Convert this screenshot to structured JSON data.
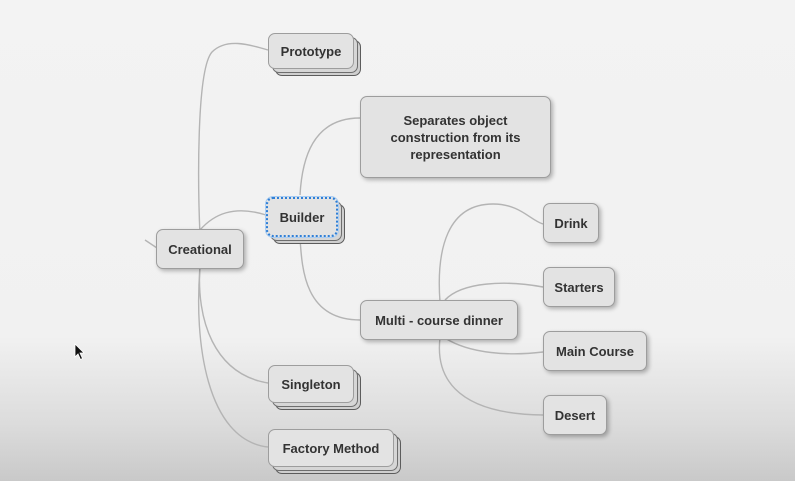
{
  "nodes": {
    "creational": "Creational",
    "prototype": "Prototype",
    "builder": "Builder",
    "builder_description": "Separates object construction from its representation",
    "multi_course_dinner": "Multi - course dinner",
    "drink": "Drink",
    "starters": "Starters",
    "main_course": "Main Course",
    "desert": "Desert",
    "singleton": "Singleton",
    "factory_method": "Factory Method"
  },
  "edges": [
    [
      "creational",
      "prototype"
    ],
    [
      "creational",
      "builder"
    ],
    [
      "creational",
      "singleton"
    ],
    [
      "creational",
      "factory_method"
    ],
    [
      "builder",
      "builder_description"
    ],
    [
      "builder",
      "multi_course_dinner"
    ],
    [
      "multi_course_dinner",
      "drink"
    ],
    [
      "multi_course_dinner",
      "starters"
    ],
    [
      "multi_course_dinner",
      "main_course"
    ],
    [
      "multi_course_dinner",
      "desert"
    ]
  ],
  "selected_node": "builder",
  "colors": {
    "node_fill": "#e3e3e3",
    "node_border": "#9d9d9d",
    "link": "#b4b4b4",
    "selection": "#2f7fd6",
    "text": "#333333"
  }
}
